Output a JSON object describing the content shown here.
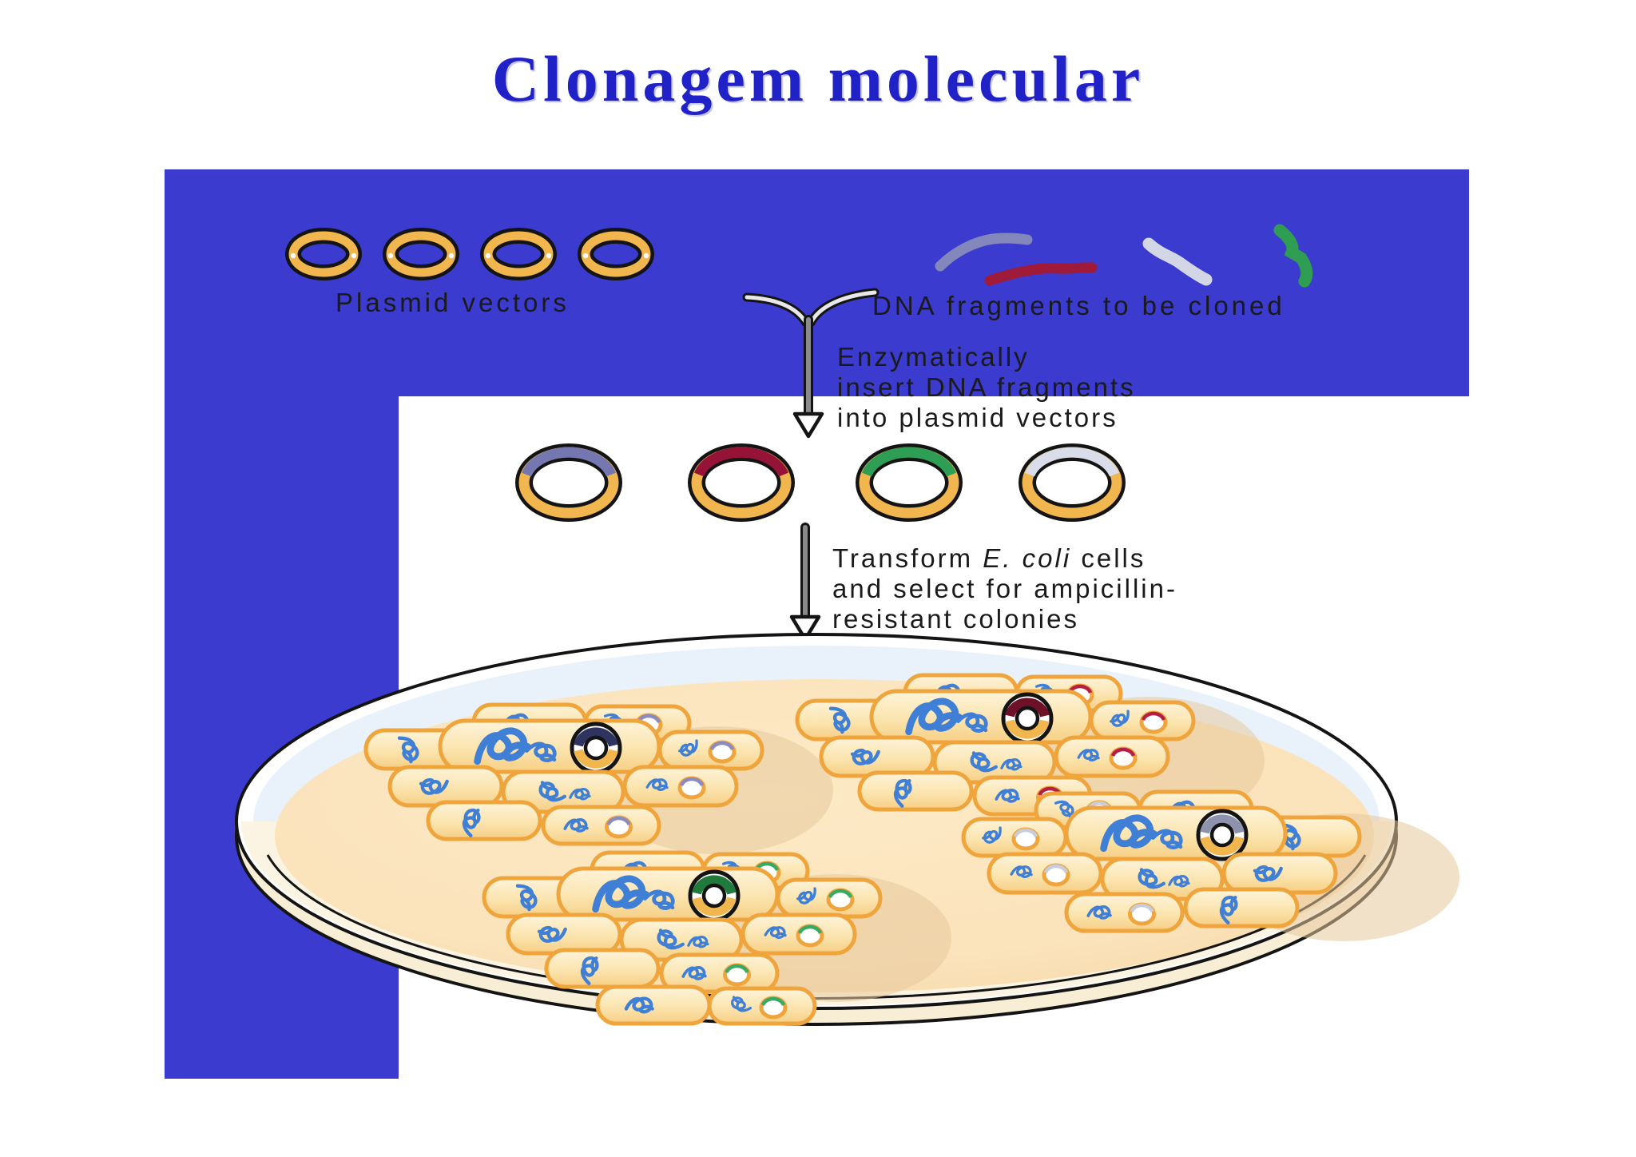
{
  "title": "Clonagem molecular",
  "frame": {
    "border_color": "#3b3bd0",
    "panel_color": "#ffffff",
    "title_color": "#2121c8"
  },
  "labels": {
    "plasmid_vectors": "Plasmid vectors",
    "dna_fragments": "DNA fragments to be cloned",
    "step1_line1": "Enzymatically",
    "step1_line2": "insert DNA fragments",
    "step1_line3": "into plasmid vectors",
    "step2_pre": "Transform ",
    "step2_italic": "E. coli",
    "step2_post": " cells",
    "step2_line2": "and select for ampicillin-",
    "step2_line3": "resistant colonies"
  },
  "plasmids": {
    "count": 4,
    "ring_color": "#f2b64e",
    "outline_color": "#141414"
  },
  "dna_fragments": {
    "items": [
      {
        "name": "purple-fragment",
        "color": "#8487bb"
      },
      {
        "name": "maroon-fragment",
        "color": "#a01a39"
      },
      {
        "name": "gray-fragment",
        "color": "#d3d7e5"
      },
      {
        "name": "green-fragment",
        "color": "#2f9e52"
      }
    ]
  },
  "recombinant_plasmids": [
    {
      "name": "plasmid-with-purple-insert",
      "insert_color": "#7477b0"
    },
    {
      "name": "plasmid-with-maroon-insert",
      "insert_color": "#951336"
    },
    {
      "name": "plasmid-with-green-insert",
      "insert_color": "#2d9e53"
    },
    {
      "name": "plasmid-with-gray-insert",
      "insert_color": "#d9dde9"
    }
  ],
  "arrow": {
    "outline": "#141414",
    "fill_light": "#e8e8e8",
    "fill_dark": "#8a8a8a"
  },
  "petri_dish": {
    "agar_color": "#fbe3bb",
    "agar_center": "#fceac6",
    "agar_edge": "#f6d9a8",
    "wall_color": "#f8eed6",
    "glass_tint": "#e9f2fb",
    "shadow_color": "#e7c89c",
    "cell_border": "#f0a43c",
    "dna_color": "#3f7fd6",
    "colonies": [
      {
        "name": "colony-purple-plasmid",
        "big_ring_color": "#2e3360",
        "small_ring_color": "#8a8cc0"
      },
      {
        "name": "colony-maroon-plasmid",
        "big_ring_color": "#6d1028",
        "small_ring_color": "#b51f44"
      },
      {
        "name": "colony-green-plasmid",
        "big_ring_color": "#1f7a3c",
        "small_ring_color": "#3aa963"
      },
      {
        "name": "colony-gray-plasmid",
        "big_ring_color": "#8e93ad",
        "small_ring_color": "#c8cdde"
      }
    ]
  }
}
